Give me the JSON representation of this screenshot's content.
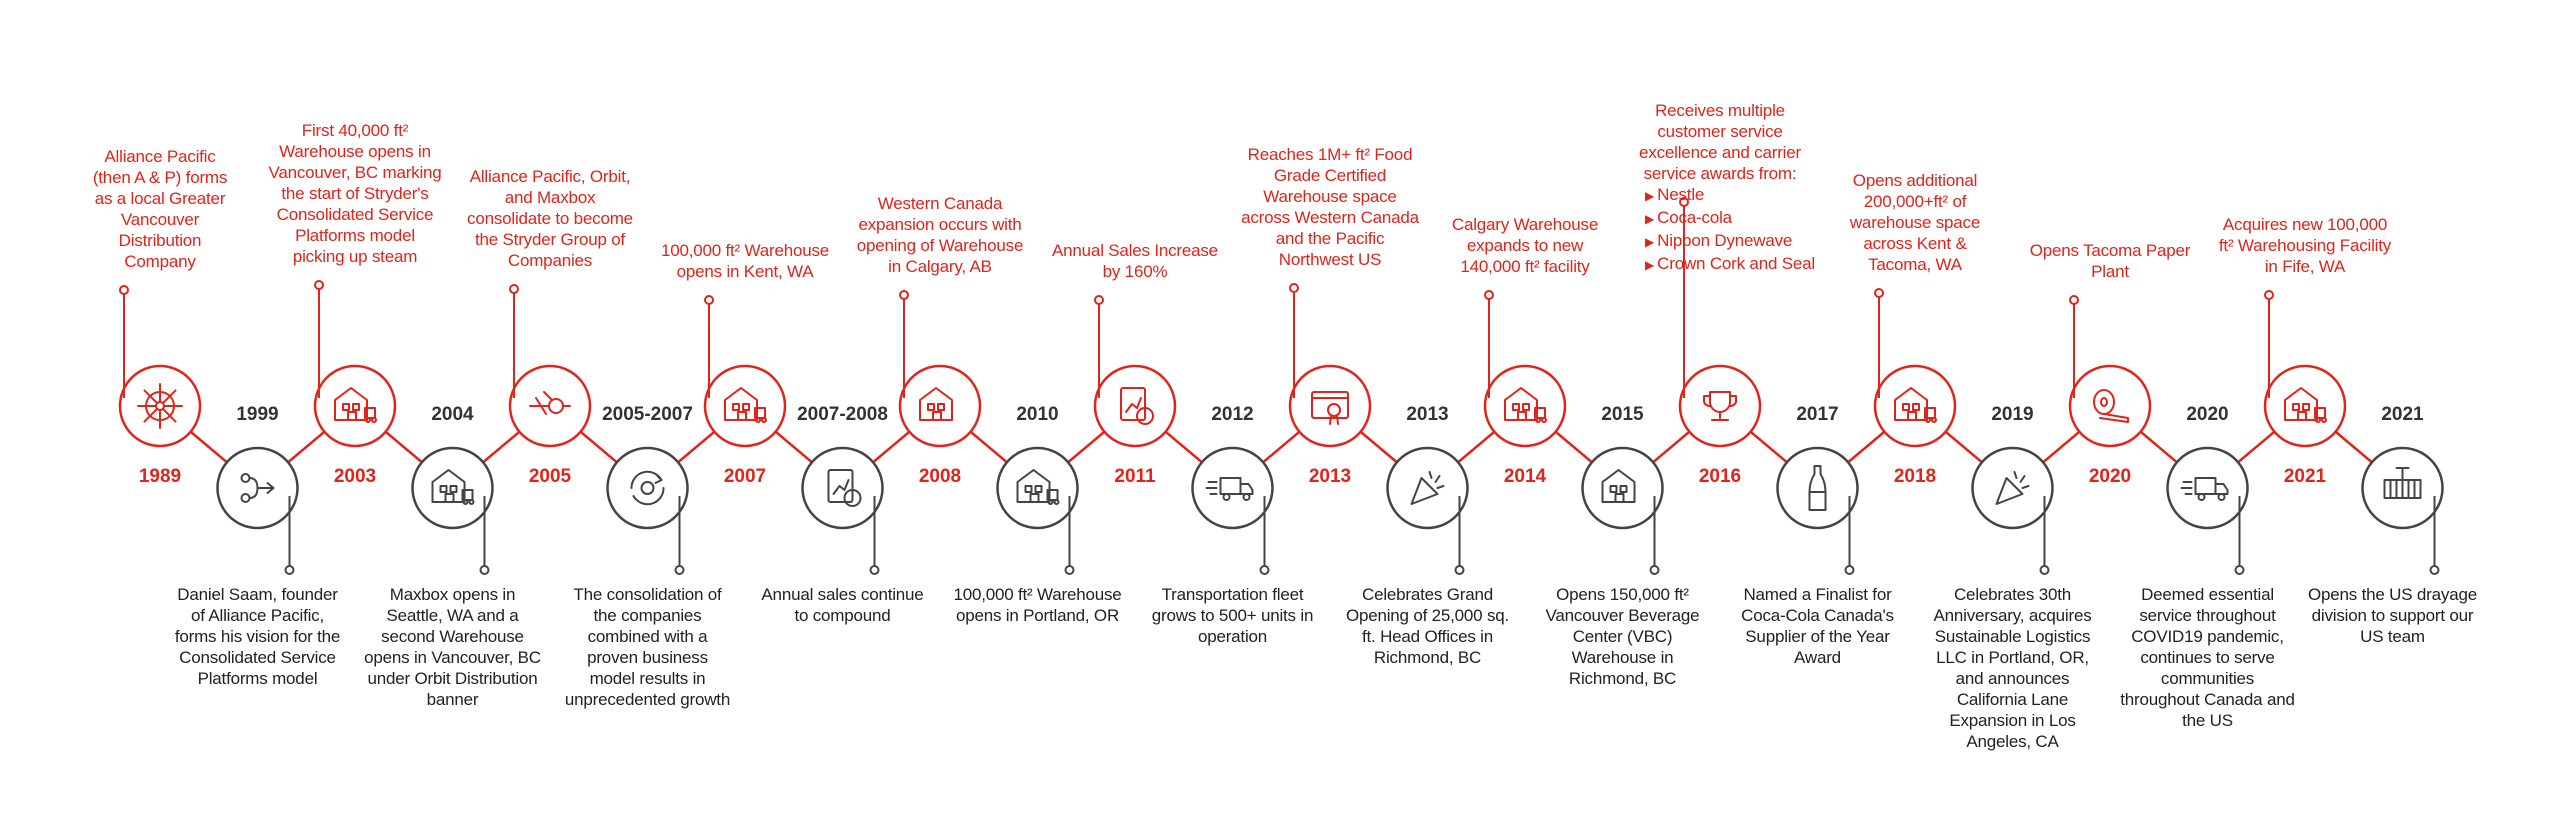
{
  "colors": {
    "accent": "#e2231a",
    "dark": "#444444",
    "text": "#222222"
  },
  "milestones": [
    {
      "year": "1989",
      "icon": "steering-wheel-network-icon",
      "text": "Alliance Pacific\n(then A & P) forms\nas a local Greater\nVancouver\nDistribution\nCompany"
    },
    {
      "year": "1999",
      "icon": "arrow-branch-icon",
      "text": "Daniel Saam, founder\nof Alliance Pacific,\nforms his vision for the\nConsolidated Service\nPlatforms model"
    },
    {
      "year": "2003",
      "icon": "warehouse-speed-icon",
      "text": "First 40,000 ft²\nWarehouse opens in\nVancouver, BC marking\nthe start of Stryder's\nConsolidated Service\nPlatforms model\npicking up steam"
    },
    {
      "year": "2004",
      "icon": "warehouse-truck-icon",
      "text": "Maxbox opens in\nSeattle, WA and a\nsecond Warehouse\nopens in Vancouver, BC\nunder Orbit Distribution\nbanner"
    },
    {
      "year": "2005",
      "icon": "plug-connect-icon",
      "text": "Alliance Pacific, Orbit,\nand Maxbox\nconsolidate to become\nthe Stryder Group of\nCompanies"
    },
    {
      "year": "2005-2007",
      "icon": "growth-cycle-icon",
      "text": "The consolidation of\nthe companies\ncombined with a\nproven business\nmodel results in\nunprecedented growth"
    },
    {
      "year": "2007",
      "icon": "warehouse-truck-icon",
      "text": "100,000 ft² Warehouse\nopens in Kent, WA"
    },
    {
      "year": "2007-2008",
      "icon": "sales-report-icon",
      "text": "Annual sales continue\nto compound"
    },
    {
      "year": "2008",
      "icon": "warehouse-icon",
      "text": "Western Canada\nexpansion occurs with\nopening of Warehouse\nin Calgary, AB"
    },
    {
      "year": "2010",
      "icon": "warehouse-truck-icon",
      "text": "100,000 ft² Warehouse\nopens in Portland, OR"
    },
    {
      "year": "2011",
      "icon": "sales-increase-icon",
      "text": "Annual Sales Increase\nby 160%"
    },
    {
      "year": "2012",
      "icon": "fast-truck-icon",
      "text": "Transportation fleet\ngrows to 500+ units in\noperation"
    },
    {
      "year": "2013",
      "icon": "certified-browser-icon",
      "text": "Reaches 1M+ ft² Food\nGrade Certified\nWarehouse space\nacross Western Canada\nand the Pacific\nNorthwest US"
    },
    {
      "year": "2013",
      "icon": "celebration-icon",
      "text": "Celebrates Grand\nOpening of 25,000 sq.\nft. Head Offices in\nRichmond, BC"
    },
    {
      "year": "2014",
      "icon": "storefront-truck-icon",
      "text": "Calgary Warehouse\nexpands to new\n140,000 ft² facility"
    },
    {
      "year": "2015",
      "icon": "warehouse-door-icon",
      "text": "Opens 150,000 ft²\nVancouver Beverage\nCenter (VBC)\nWarehouse in\nRichmond, BC"
    },
    {
      "year": "2016",
      "icon": "trophy-icon",
      "text": "Receives multiple\ncustomer service\nexcellence and carrier\nservice awards from:",
      "list": [
        "Nestle",
        "Coca-cola",
        "Nippon Dynewave",
        "Crown Cork and Seal"
      ]
    },
    {
      "year": "2017",
      "icon": "bottle-icon",
      "text": "Named a Finalist for\nCoca-Cola Canada's\nSupplier of the Year\nAward"
    },
    {
      "year": "2018",
      "icon": "warehouse-loading-icon",
      "text": "Opens additional\n200,000+ft² of\nwarehouse space\nacross Kent &\nTacoma, WA"
    },
    {
      "year": "2019",
      "icon": "anniversary-icon",
      "text": "Celebrates 30th\nAnniversary, acquires\nSustainable Logistics\nLLC in Portland, OR,\nand announces\nCalifornia Lane\nExpansion in Los\nAngeles, CA"
    },
    {
      "year": "2020",
      "icon": "paper-roll-icon",
      "text": "Opens Tacoma Paper\nPlant"
    },
    {
      "year": "2020",
      "icon": "covid-truck-icon",
      "text": "Deemed essential\nservice throughout\nCOVID19 pandemic,\ncontinues to serve\ncommunities\nthroughout Canada and\nthe US"
    },
    {
      "year": "2021",
      "icon": "warehouse-truck-icon",
      "text": "Acquires new 100,000\nft²  Warehousing Facility\nin Fife, WA"
    },
    {
      "year": "2021",
      "icon": "container-icon",
      "text": "Opens the US drayage\ndivision to support our\nUS team"
    }
  ]
}
